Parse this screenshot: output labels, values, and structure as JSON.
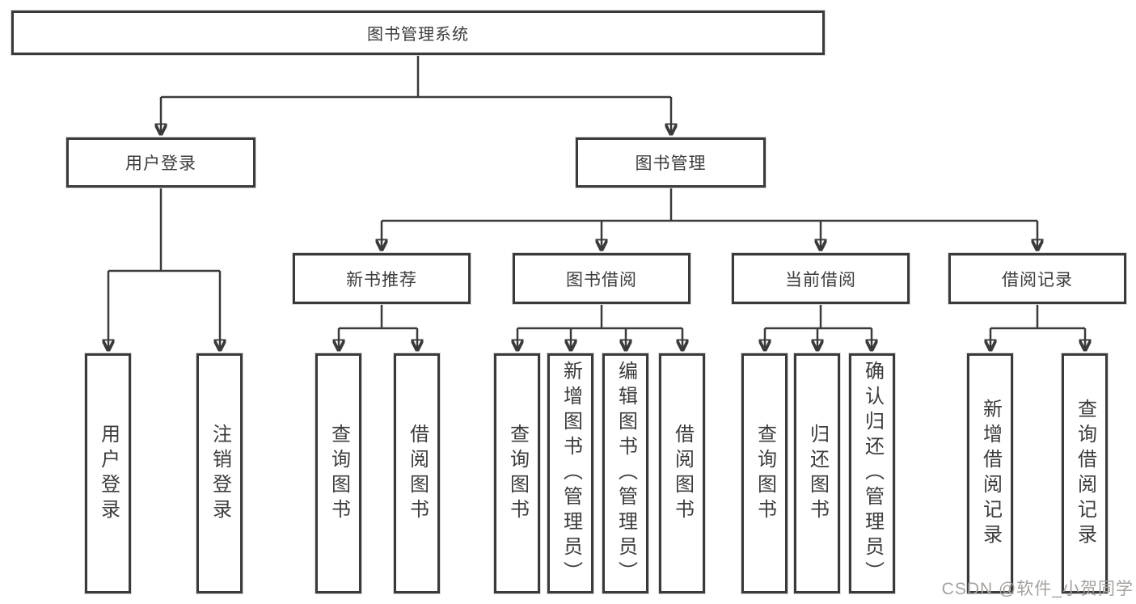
{
  "root": {
    "label": "图书管理系统"
  },
  "level2": {
    "user_login": {
      "label": "用户登录"
    },
    "book_mgmt": {
      "label": "图书管理"
    }
  },
  "level3": {
    "new_book_rec": {
      "label": "新书推荐"
    },
    "book_borrow": {
      "label": "图书借阅"
    },
    "current_borrow": {
      "label": "当前借阅"
    },
    "borrow_records": {
      "label": "借阅记录"
    }
  },
  "leaves": {
    "user_login": {
      "login": "用户登录",
      "logout": "注销登录"
    },
    "new_book_rec": {
      "query": "查询图书",
      "borrow": "借阅图书"
    },
    "book_borrow": {
      "query": "查询图书",
      "add_admin": "新增图书（管理员）",
      "edit_admin": "编辑图书（管理员）",
      "borrow": "借阅图书"
    },
    "current_borrow": {
      "query": "查询图书",
      "return": "归还图书",
      "confirm_admin": "确认归还（管理员）"
    },
    "borrow_records": {
      "add": "新增借阅记录",
      "query": "查询借阅记录"
    }
  },
  "watermark": "CSDN @软件_小贺同学",
  "colors": {
    "line": "#3a3a3a",
    "text": "#3c3c3c",
    "watermark": "#a5a19e",
    "background": "#ffffff"
  }
}
